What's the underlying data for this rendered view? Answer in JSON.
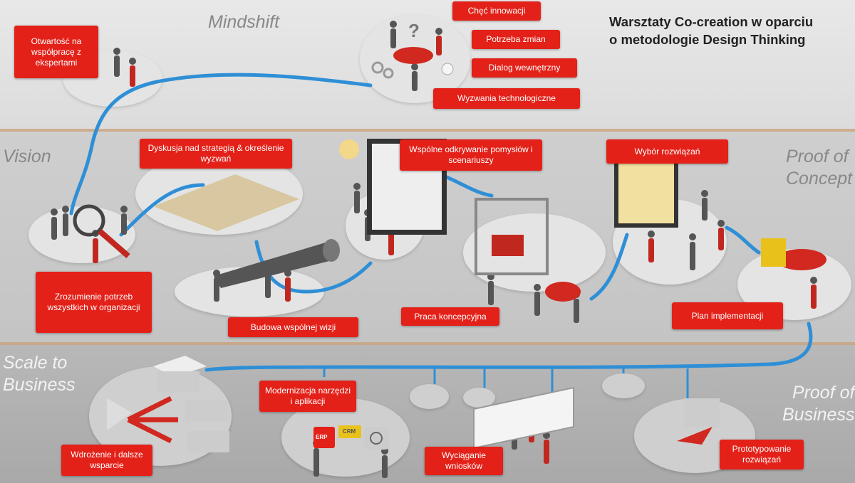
{
  "title": {
    "line1": "Warsztaty Co-creation w oparciu",
    "line2": "o metodologie Design Thinking"
  },
  "zones": {
    "mindshift": "Mindshift",
    "vision": "Vision",
    "proof_of_concept": [
      "Proof of",
      "Concept"
    ],
    "scale_to_business": [
      "Scale to",
      "Business"
    ],
    "proof_of_business": [
      "Proof of",
      "Business"
    ]
  },
  "labels": {
    "otwartosc": "Otwartość na współpracę z ekspertami",
    "chec": "Chęć innowacji",
    "potrzeba": "Potrzeba zmian",
    "dialog": "Dialog wewnętrzny",
    "wyzwania": "Wyzwania technologiczne",
    "dyskusja": "Dyskusja nad strategią & określenie wyzwań",
    "wspolne": "Wspólne odkrywanie pomysłów i scenariuszy",
    "wybor": "Wybór rozwiązań",
    "zrozumienie": "Zrozumienie potrzeb wszystkich w organizacji",
    "budowa": "Budowa wspólnej wizji",
    "praca": "Praca koncepcyjna",
    "plan": "Plan implementacji",
    "modernizacja": "Modernizacja narzędzi i aplikacji",
    "wdrozenie": "Wdrożenie i dalsze wsparcie",
    "wyciaganie": "Wyciąganie wniosków",
    "prototypowanie": "Prototypowanie rozwiązań"
  },
  "icons": {
    "erp": "ERP",
    "crm": "CRM",
    "question_mark": "?"
  },
  "colors": {
    "accent": "#e32119",
    "path": "#2f8fd6",
    "divider": "#c9a27a"
  }
}
